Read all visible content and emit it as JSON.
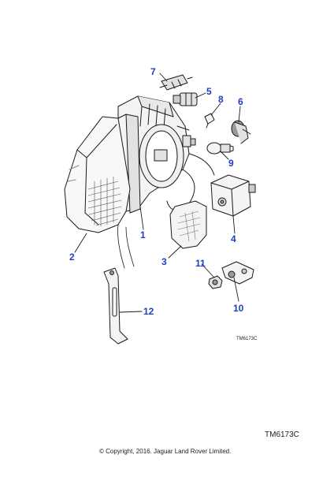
{
  "callouts": {
    "c1": "1",
    "c2": "2",
    "c3": "3",
    "c4": "4",
    "c5": "5",
    "c6": "6",
    "c7": "7",
    "c8": "8",
    "c9": "9",
    "c10": "10",
    "c11": "11",
    "c12": "12"
  },
  "diagram_code_small": "TM6173C",
  "diagram_code": "TM6173C",
  "copyright": "© Copyright, 2016. Jaguar Land Rover Limited.",
  "colors": {
    "callout": "#1f3fbf",
    "line": "#1a1a1a",
    "fill_light": "#f4f4f4",
    "fill_mid": "#e2e2e2",
    "fill_dark": "#9a9a9a"
  }
}
